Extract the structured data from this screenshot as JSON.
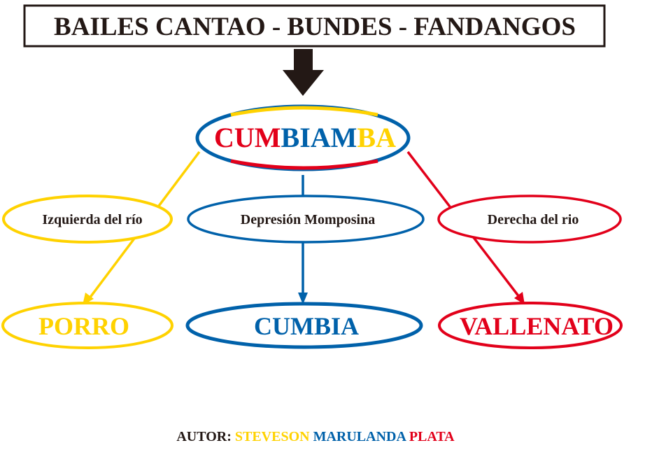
{
  "title": "BAILES CANTAO - BUNDES - FANDANGOS",
  "colors": {
    "yellow": "#FFD200",
    "blue": "#0061AA",
    "red": "#E2001A",
    "black": "#231815"
  },
  "center": {
    "part1": "CUM",
    "part2": "BIAM",
    "part3": "BA"
  },
  "regions": {
    "left": "Izquierda del río",
    "middle": "Depresión Momposina",
    "right": "Derecha del rio"
  },
  "genres": {
    "left": "PORRO",
    "middle": "CUMBIA",
    "right": "VALLENATO"
  },
  "author": {
    "label": "AUTOR:",
    "first": "STEVESON",
    "middle": "MARULANDA",
    "last": "PLATA"
  }
}
